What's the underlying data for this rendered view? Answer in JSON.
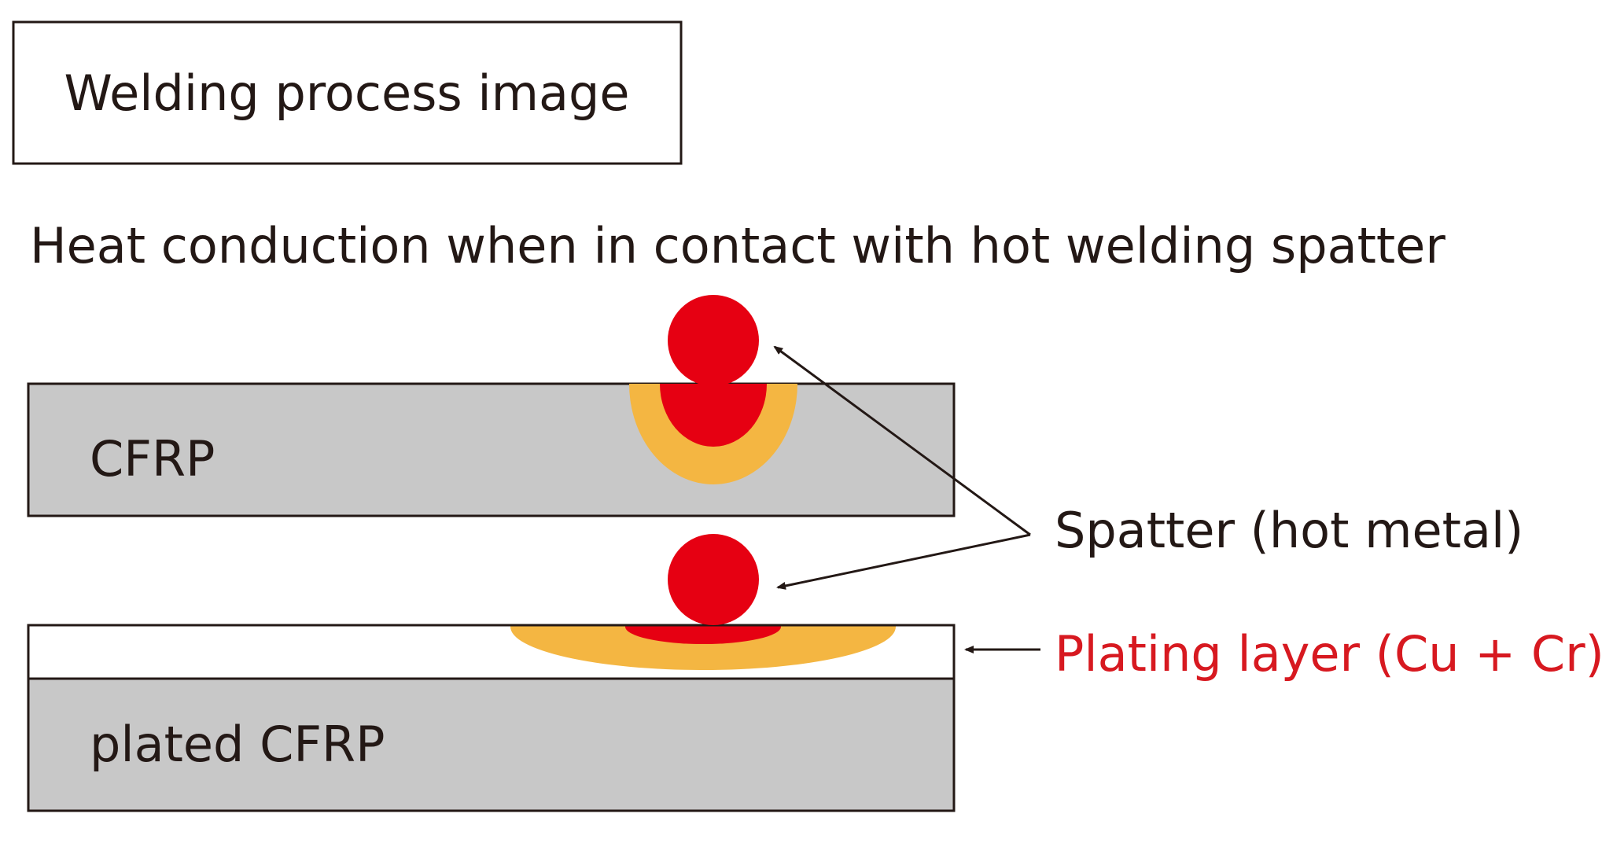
{
  "header": {
    "title": "Welding process image"
  },
  "subtitle": "Heat conduction when in contact with hot welding spatter",
  "layers": {
    "top_label": "CFRP",
    "bottom_label": "plated CFRP"
  },
  "annotations": {
    "spatter": "Spatter (hot metal)",
    "plating": "Plating layer (Cu + Cr)"
  },
  "colors": {
    "layer_fill": "#c8c8c8",
    "spatter_red": "#e60012",
    "heat_zone_orange": "#f4b642",
    "plating_text_red": "#d71920",
    "outline": "#231815"
  }
}
